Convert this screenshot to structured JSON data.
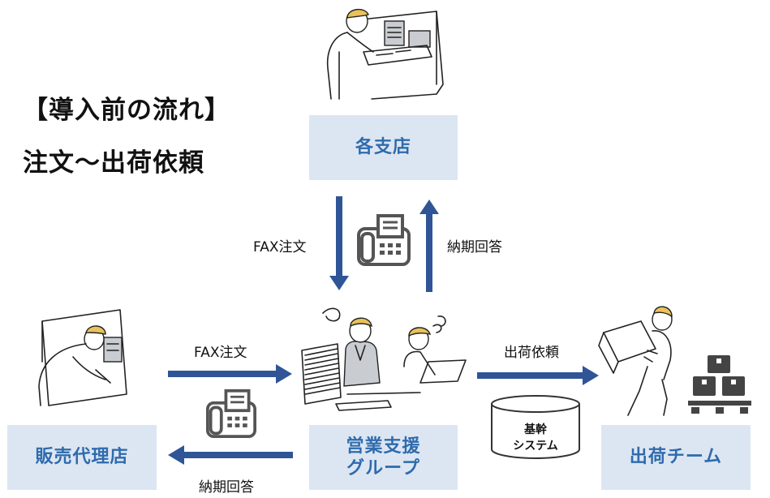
{
  "titles": {
    "line1": "【導入前の流れ】",
    "line2": "注文～出荷依頼"
  },
  "nodes": {
    "branch": "各支店",
    "dealer": "販売代理店",
    "sales_support": "営業支援\nグループ",
    "shipping": "出荷チーム",
    "core_system": "基幹\nシステム"
  },
  "flows": {
    "fax_order_top": "FAX注文",
    "reply_top": "納期回答",
    "fax_order_left": "FAX注文",
    "reply_bottom": "納期回答",
    "ship_request": "出荷依頼"
  },
  "colors": {
    "arrow": "#2f5597",
    "box_fill": "#dce6f2",
    "box_text": "#2e6bad",
    "hair": "#e9c25a"
  },
  "icons": [
    "fax-icon",
    "fax-icon",
    "pallet-boxes-icon",
    "database-icon"
  ]
}
